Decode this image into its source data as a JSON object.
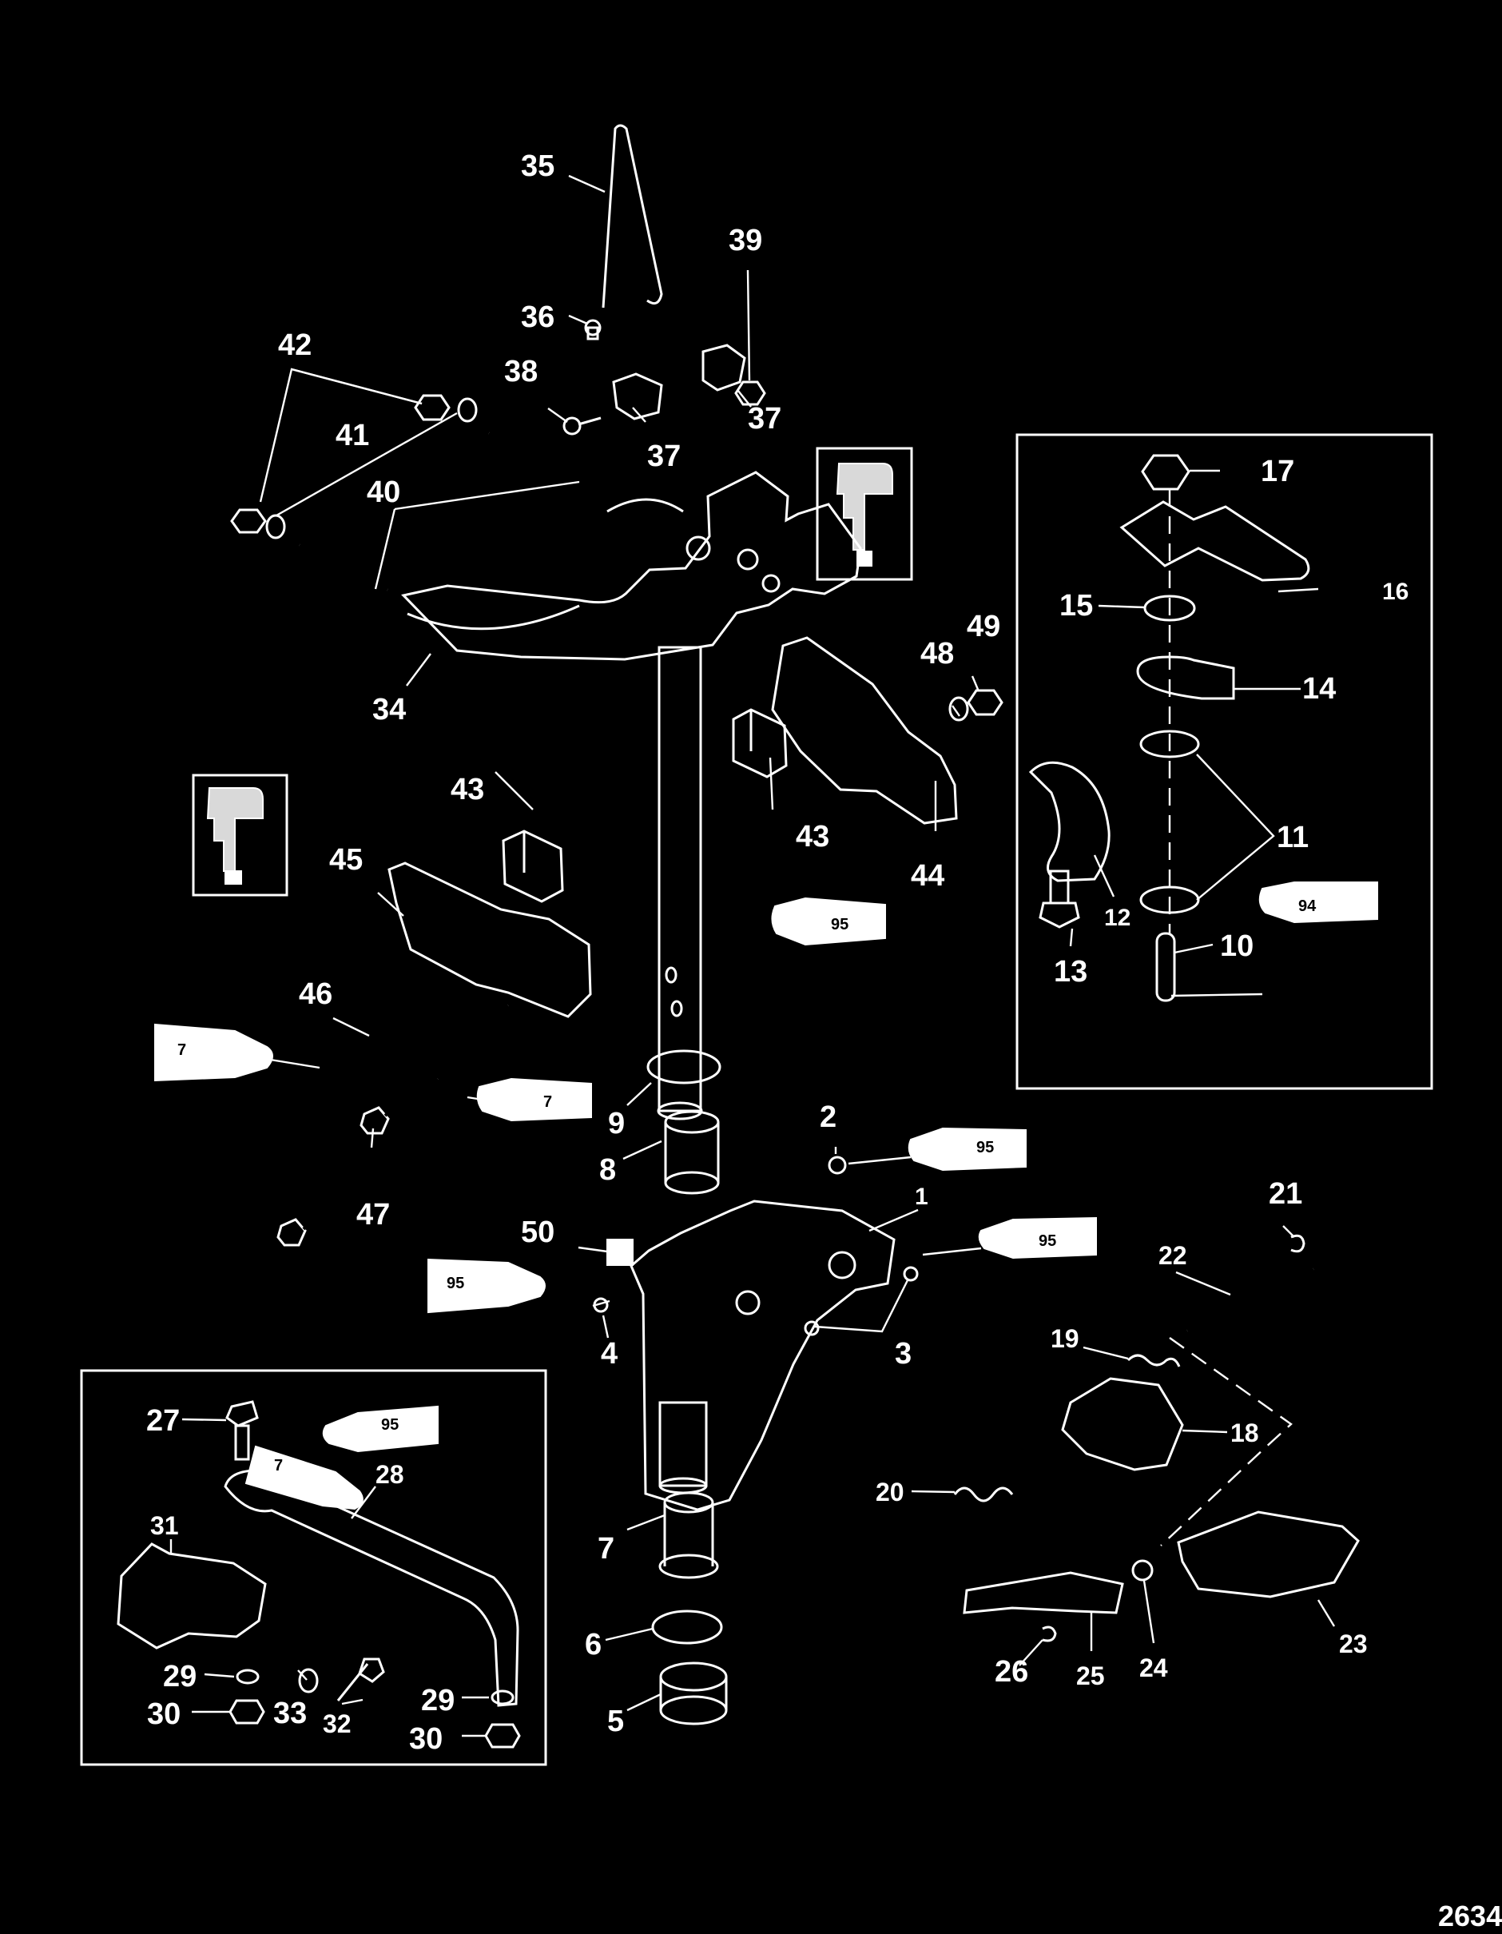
{
  "diagram": {
    "number": "2634",
    "callouts": [
      "1",
      "2",
      "3",
      "4",
      "5",
      "6",
      "7",
      "8",
      "9",
      "10",
      "11",
      "12",
      "13",
      "14",
      "15",
      "16",
      "17",
      "18",
      "19",
      "20",
      "21",
      "22",
      "23",
      "24",
      "25",
      "26",
      "27",
      "28",
      "29",
      "30",
      "31",
      "32",
      "33",
      "34",
      "35",
      "36",
      "37",
      "38",
      "39",
      "40",
      "41",
      "42",
      "43",
      "44",
      "45",
      "46",
      "47",
      "48",
      "49",
      "50"
    ],
    "sealant_tubes": {
      "t95_mid": "95",
      "t94_box": "94",
      "t7_left": "7",
      "t7_mid": "7",
      "t95_2": "95",
      "t95_3": "95",
      "t95_4": "95",
      "t95_box": "95",
      "t7_box": "7"
    }
  }
}
